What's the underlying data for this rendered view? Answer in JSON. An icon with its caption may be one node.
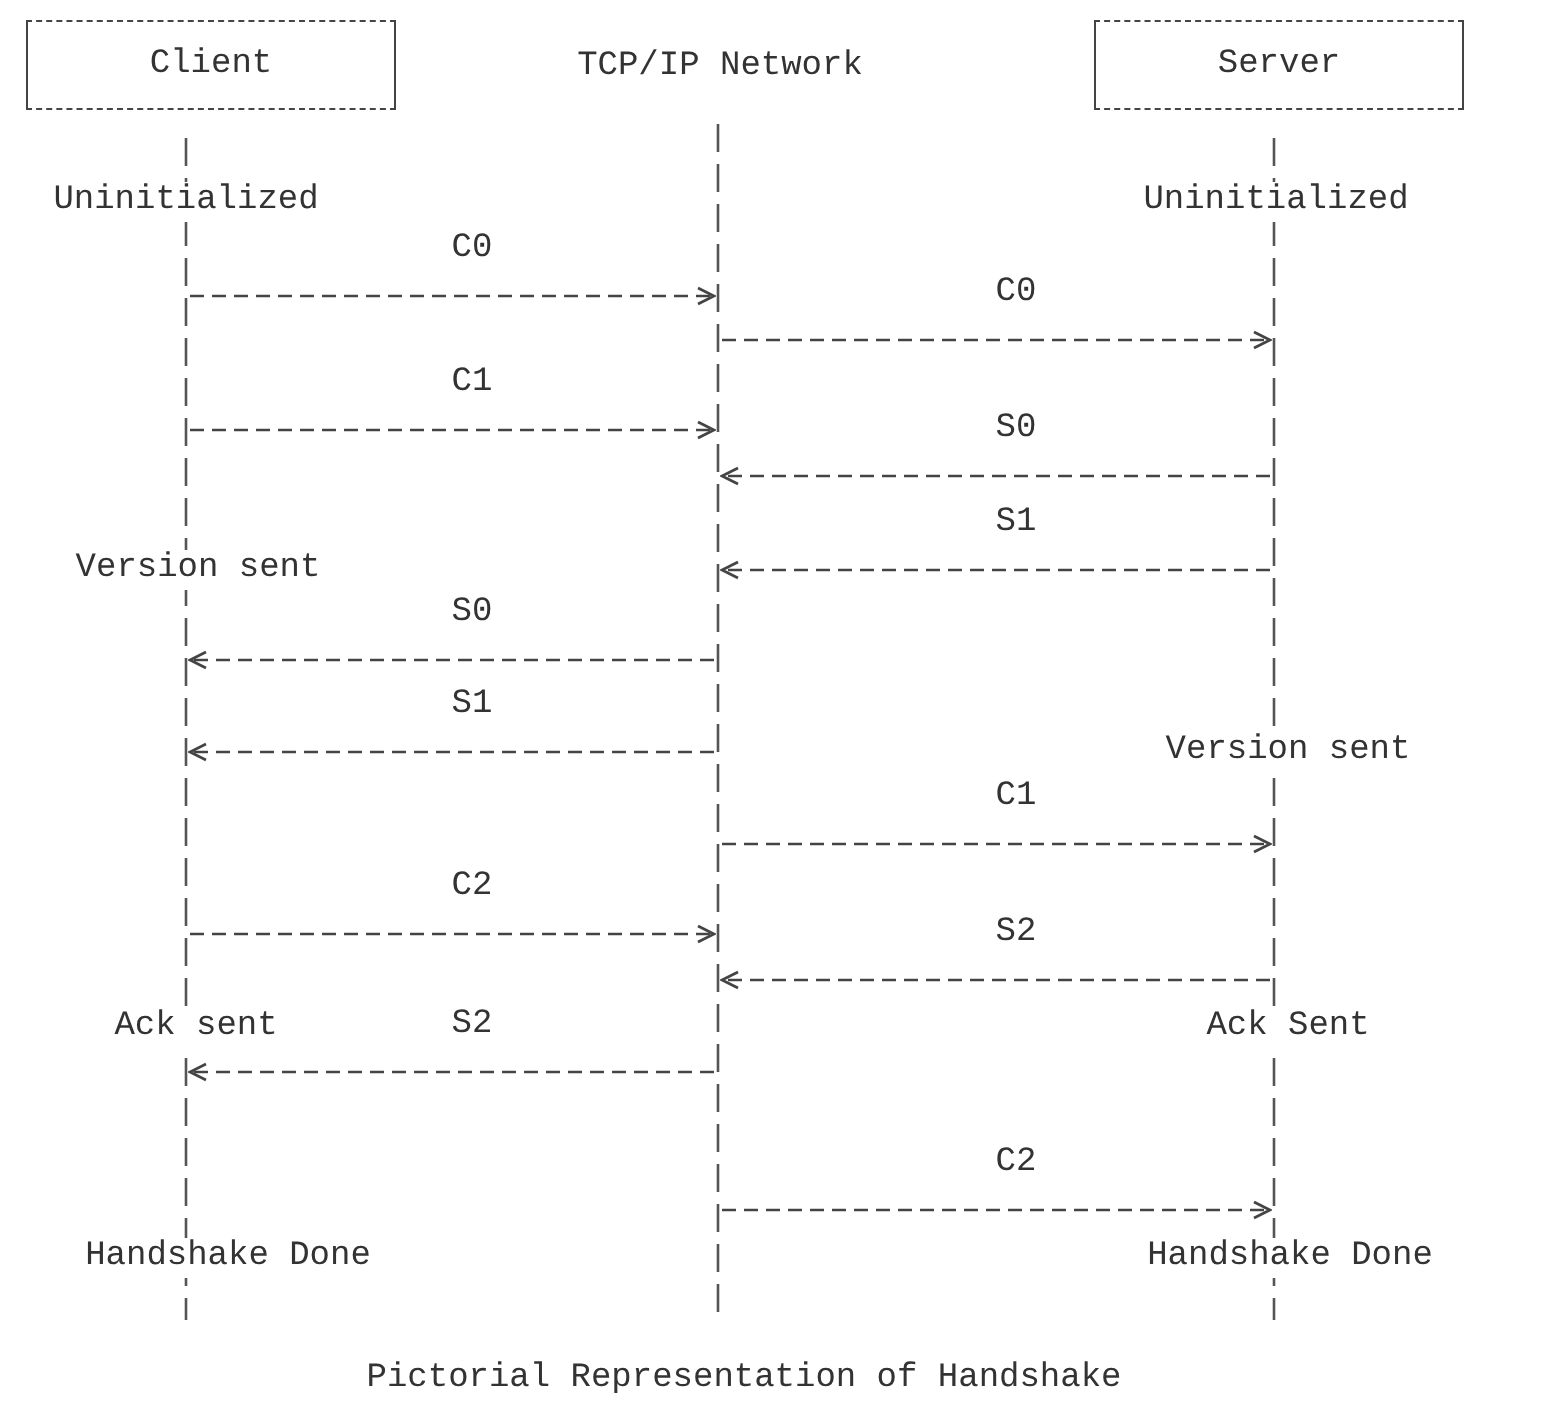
{
  "diagram": {
    "caption": "Pictorial Representation of Handshake",
    "nodes": [
      {
        "text": [
          "Client"
        ]
      },
      {
        "text": [
          "TCP/IP Network"
        ]
      },
      {
        "text": [
          "Server"
        ]
      }
    ],
    "edges": [
      {
        "from": 0,
        "to": 1,
        "arrow": "to",
        "label": "C0"
      },
      {
        "from": 1,
        "to": 2,
        "arrow": "to",
        "label": "C0"
      },
      {
        "from": 0,
        "to": 1,
        "arrow": "to",
        "label": "C1"
      },
      {
        "from": 2,
        "to": 1,
        "arrow": "to",
        "label": "S0"
      },
      {
        "from": 2,
        "to": 1,
        "arrow": "to",
        "label": "S1"
      },
      {
        "from": 1,
        "to": 0,
        "arrow": "to",
        "label": "S0"
      },
      {
        "from": 1,
        "to": 0,
        "arrow": "to",
        "label": "S1"
      },
      {
        "from": 1,
        "to": 2,
        "arrow": "to",
        "label": "C1"
      },
      {
        "from": 0,
        "to": 1,
        "arrow": "to",
        "label": "C2"
      },
      {
        "from": 2,
        "to": 1,
        "arrow": "to",
        "label": "S2"
      },
      {
        "from": 1,
        "to": 0,
        "arrow": "to",
        "label": "S2"
      },
      {
        "from": 1,
        "to": 2,
        "arrow": "to",
        "label": "C2"
      }
    ],
    "labels": [
      "Uninitialized",
      "Uninitialized",
      "Version sent",
      "Version sent",
      "Ack sent",
      "Ack Sent",
      "Handshake Done",
      "Handshake Done"
    ]
  }
}
